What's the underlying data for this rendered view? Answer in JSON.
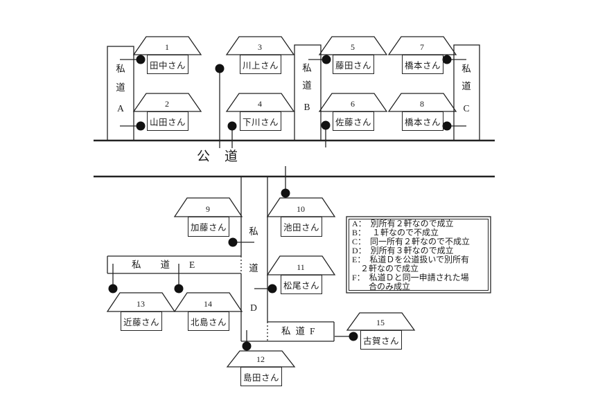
{
  "diagram": {
    "title": "road-supply-diagram",
    "public_road_label": "公道",
    "roads": {
      "A": {
        "c0": "私",
        "c1": "道",
        "c2": "A"
      },
      "B": {
        "c0": "私",
        "c1": "道",
        "c2": "B"
      },
      "C": {
        "c0": "私",
        "c1": "道",
        "c2": "C"
      },
      "D": {
        "c0": "私",
        "c1": "道",
        "c2": "D"
      },
      "E": {
        "label": "私道E"
      },
      "F": {
        "label": "私道F"
      }
    },
    "houses": [
      {
        "number": "1",
        "name": "田中さん"
      },
      {
        "number": "2",
        "name": "山田さん"
      },
      {
        "number": "3",
        "name": "川上さん"
      },
      {
        "number": "4",
        "name": "下川さん"
      },
      {
        "number": "5",
        "name": "藤田さん"
      },
      {
        "number": "6",
        "name": "佐藤さん"
      },
      {
        "number": "7",
        "name": "橋本さん"
      },
      {
        "number": "8",
        "name": "橋本さん"
      },
      {
        "number": "9",
        "name": "加藤さん"
      },
      {
        "number": "10",
        "name": "池田さん"
      },
      {
        "number": "11",
        "name": "松尾さん"
      },
      {
        "number": "12",
        "name": "島田さん"
      },
      {
        "number": "13",
        "name": "近藤さん"
      },
      {
        "number": "14",
        "name": "北島さん"
      },
      {
        "number": "15",
        "name": "古賀さん"
      }
    ],
    "legend": {
      "lines": [
        "A：　別所有２軒なので成立",
        "B：　 １軒なので不成立",
        "C：　同一所有２軒なので不成立",
        "D：　別所有３軒なので成立",
        "E：　私道Ｄを公道扱いで別所有",
        "　２軒なので成立",
        "F：　私道Ｄと同一申請された場",
        "　　合のみ成立"
      ]
    },
    "colors": {
      "line": "#1a1a1a",
      "background": "#ffffff"
    }
  }
}
